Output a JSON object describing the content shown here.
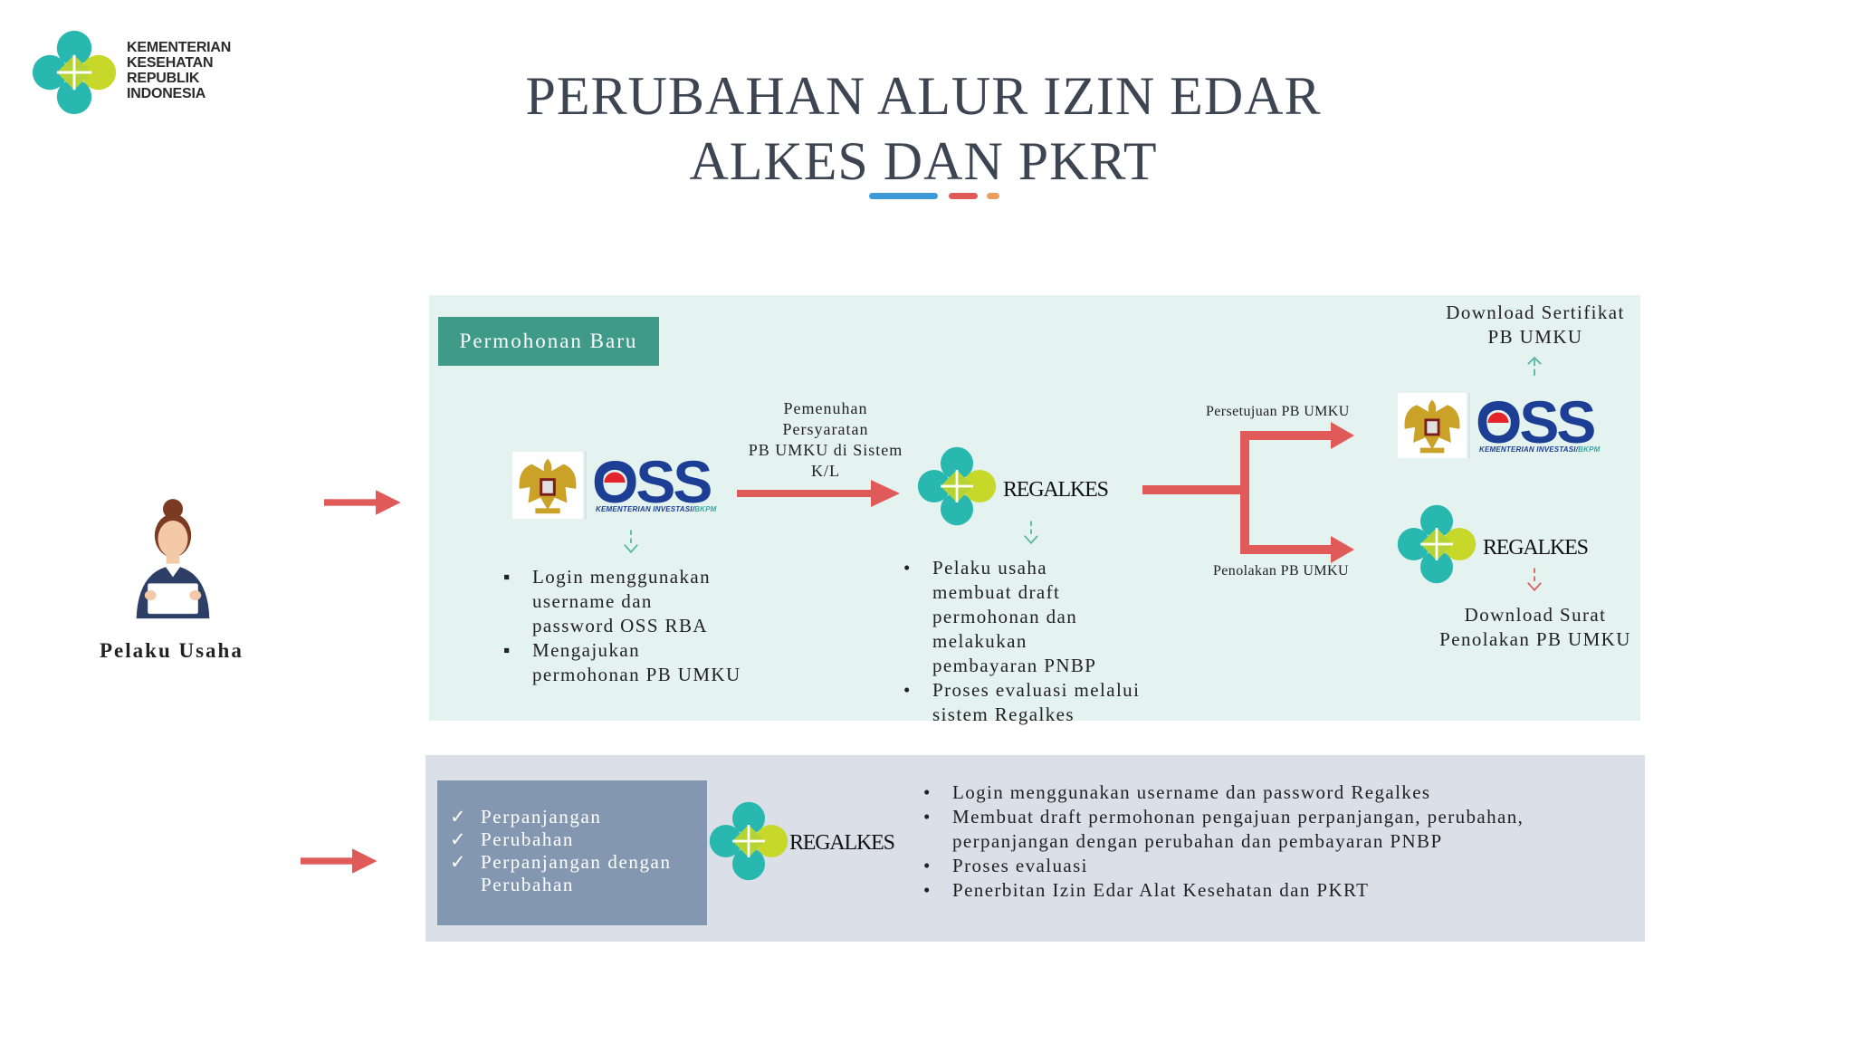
{
  "header": {
    "org_line1": "KEMENTERIAN",
    "org_line2": "KESEHATAN",
    "org_line3": "REPUBLIK",
    "org_line4": "INDONESIA",
    "title_line1": "PERUBAHAN ALUR IZIN EDAR",
    "title_line2": "ALKES DAN PKRT"
  },
  "colors": {
    "accent_blue": "#3d9ad6",
    "accent_red": "#e05a5a",
    "accent_orange": "#e8a060",
    "teal": "#3f9a8a",
    "arrow_red": "#e05a5a"
  },
  "actor": {
    "label": "Pelaku Usaha"
  },
  "new_app": {
    "tag": "Permohonan Baru",
    "oss_name": "OSS",
    "oss_subtitle_a": "KEMENTERIAN INVESTASI/",
    "oss_subtitle_b": "BKPM",
    "oss_steps": [
      "Login menggunakan",
      "username dan",
      "password OSS RBA",
      "Mengajukan",
      "permohonan PB UMKU"
    ],
    "requirement_line1": "Pemenuhan",
    "requirement_line2": "Persyaratan",
    "requirement_line3": "PB UMKU di Sistem",
    "requirement_line4": "K/L",
    "regalkes_name": "REGALKES",
    "regalkes_steps": [
      "Pelaku usaha",
      "membuat draft",
      "permohonan dan",
      "melakukan",
      "pembayaran PNBP",
      "Proses evaluasi melalui",
      "sistem Regalkes"
    ],
    "approve_label": "Persetujuan PB UMKU",
    "reject_label": "Penolakan PB UMKU",
    "download_cert_line1": "Download Sertifikat",
    "download_cert_line2": "PB UMKU",
    "download_reject_line1": "Download Surat",
    "download_reject_line2": "Penolakan PB UMKU"
  },
  "renewal": {
    "items": [
      "Perpanjangan",
      "Perubahan",
      "Perpanjangan dengan",
      "Perubahan"
    ],
    "regalkes_name": "REGALKES",
    "steps": [
      "Login menggunakan username dan password Regalkes",
      "Membuat draft permohonan pengajuan perpanjangan, perubahan,",
      "perpanjangan dengan perubahan dan pembayaran PNBP",
      "Proses evaluasi",
      "Penerbitan Izin Edar Alat Kesehatan dan PKRT"
    ]
  }
}
